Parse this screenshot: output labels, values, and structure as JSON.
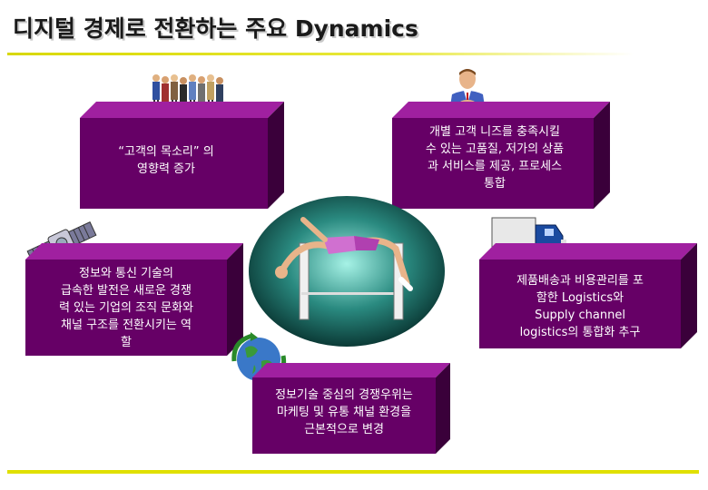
{
  "title": "디지털 경제로 전환하는  주요 Dynamics",
  "boxes": {
    "voice": "“고객의 목소리” 의\n영향력 증가",
    "customization": "개별 고객 니즈를 충족시킬\n수 있는 고품질, 저가의 상품\n과 서비스를 제공, 프로세스\n통합",
    "it_change": "정보와 통신 기술의\n급속한 발전은 새로운 경쟁\n력 있는 기업의 조직 문화와\n채널 구조를 전환시키는 역\n할",
    "logistics": "제품배송과 비용관리를 포\n함한 Logistics와\nSupply channel\nlogistics의 통합화 추구",
    "competition": "정보기술 중심의 경쟁우위는\n마케팅 및 유통 채널 환경을\n근본적으로 변경"
  },
  "colors": {
    "box_front": "#660066",
    "box_top": "#a020a0",
    "box_side": "#3a003a",
    "rule": "#e0e000",
    "oval_center": "#a6f2e6",
    "oval_edge": "#0b3a36"
  },
  "icons": [
    "crowd-icon",
    "businessman-icon",
    "satellite-icon",
    "truck-icon",
    "globe-recycle-icon",
    "high-jumper-icon"
  ]
}
